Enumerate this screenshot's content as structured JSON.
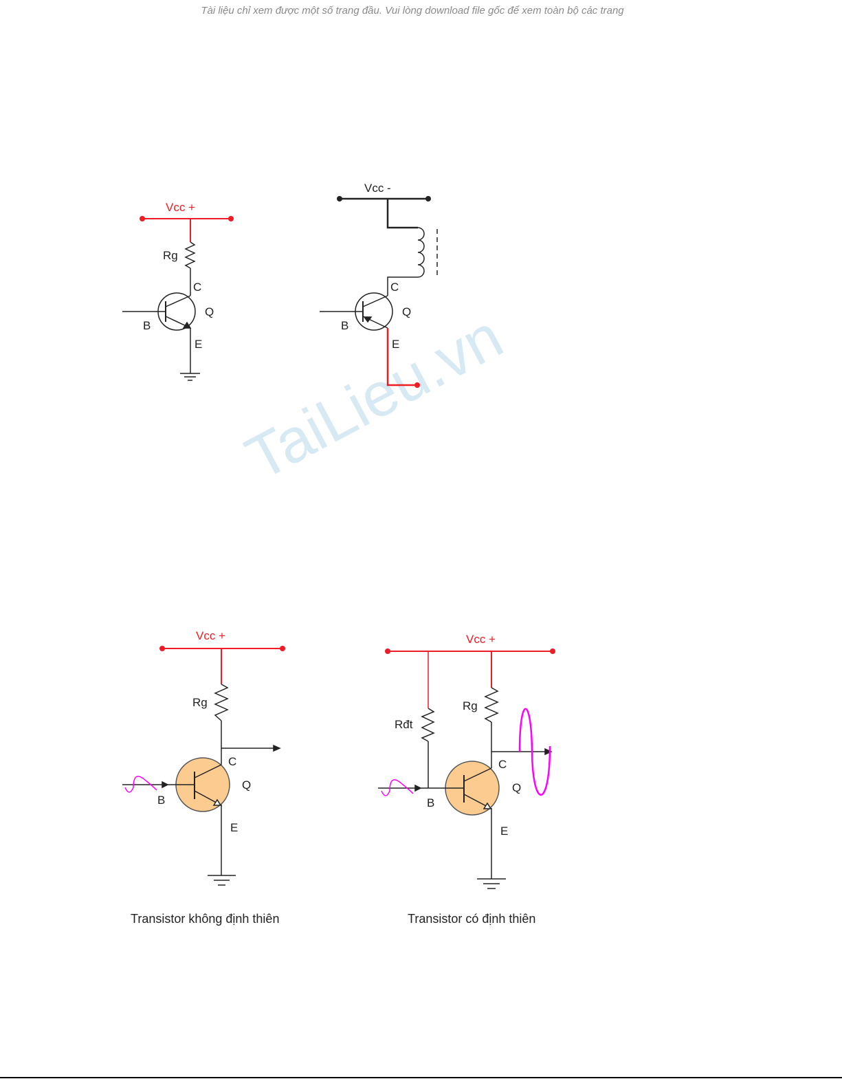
{
  "notice": "Tài liệu chỉ xem được một số trang đầu. Vui lòng download file gốc để xem toàn bộ các trang",
  "watermark": "TaiLieu.vn",
  "colors": {
    "supply_red": "#ee1c24",
    "transistor_fill": "#fccb8f",
    "signal_magenta": "#ff00ff"
  },
  "circuits": {
    "npn_basic": {
      "vcc": "Vcc  +",
      "r": "Rg",
      "c": "C",
      "q": "Q",
      "b": "B",
      "e": "E"
    },
    "pnp_inductor": {
      "vcc": "Vcc  -",
      "c": "C",
      "q": "Q",
      "b": "B",
      "e": "E"
    },
    "unbiased": {
      "vcc": "Vcc  +",
      "r": "Rg",
      "c": "C",
      "q": "Q",
      "b": "B",
      "e": "E",
      "caption": "Transistor không định thiên"
    },
    "biased": {
      "vcc": "Vcc  +",
      "r": "Rg",
      "rb": "Rđt",
      "c": "C",
      "q": "Q",
      "b": "B",
      "e": "E",
      "caption": "Transistor có định thiên"
    }
  }
}
